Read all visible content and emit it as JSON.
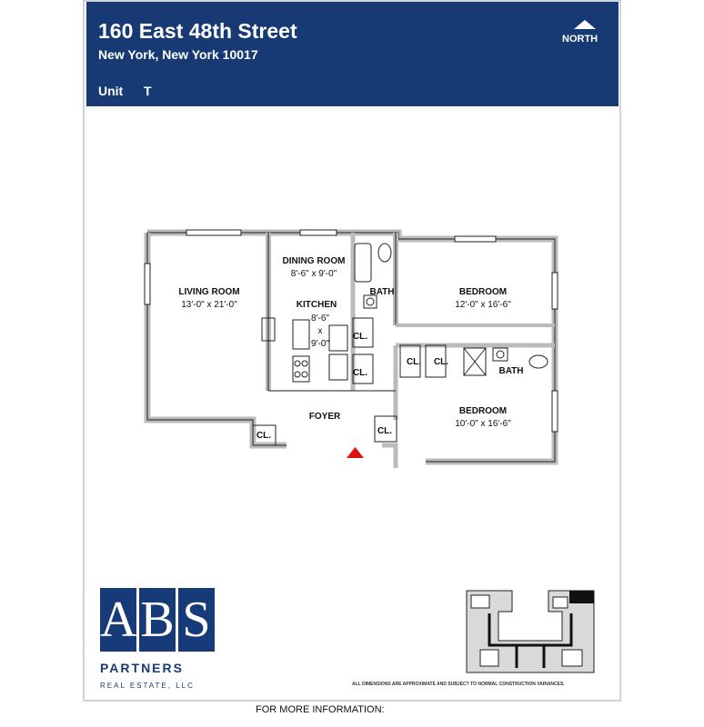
{
  "header": {
    "address_line1": "160 East 48th Street",
    "address_line2": "New York, New York 10017",
    "unit_label": "Unit",
    "unit_value": "T",
    "north_label": "NORTH"
  },
  "floorplan": {
    "living_room": {
      "name": "LIVING ROOM",
      "dims": "13'-0\" x 21'-0\""
    },
    "dining_room": {
      "name": "DINING ROOM",
      "dims": "8'-6\" x 9'-0\""
    },
    "kitchen": {
      "name": "KITCHEN",
      "dim1": "8'-6\"",
      "dim2": "x",
      "dim3": "9'-0\""
    },
    "bath1": "BATH",
    "bath2": "BATH",
    "bedroom1": {
      "name": "BEDROOM",
      "dims": "12'-0\" x 16'-6\""
    },
    "bedroom2": {
      "name": "BEDROOM",
      "dims": "10'-0\" x 16'-6\""
    },
    "foyer": "FOYER",
    "closet": "CL."
  },
  "logo": {
    "letters": [
      "A",
      "B",
      "S"
    ],
    "partners": "PARTNERS",
    "tagline": "REAL ESTATE, LLC",
    "color": "#163b78"
  },
  "header_color": "#173a74",
  "entry_marker_color": "#e01010",
  "disclaimer": "ALL DIMENSIONS ARE APPROXIMATE AND SUBJECT TO NORMAL CONSTRUCTION VARIANCES.",
  "footer": "FOR MORE INFORMATION:"
}
